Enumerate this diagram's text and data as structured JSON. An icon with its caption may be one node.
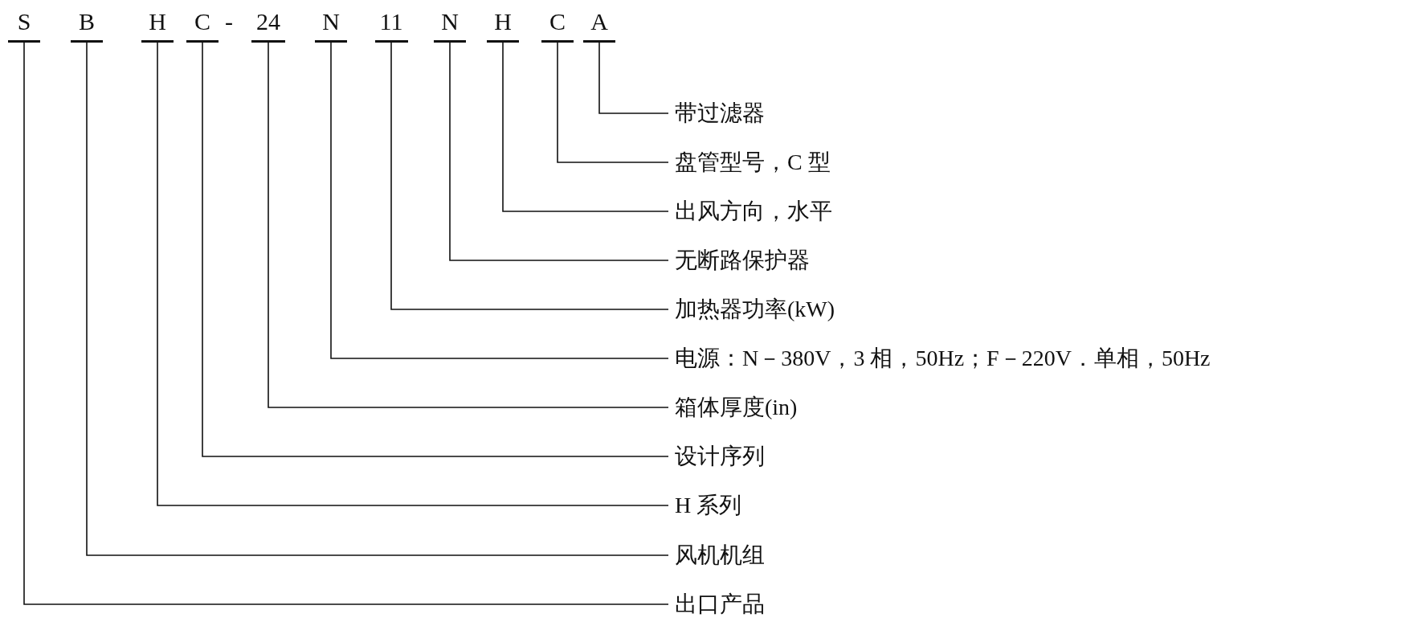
{
  "diagram": {
    "nodes": [
      {
        "text": [
          "S"
        ]
      },
      {
        "text": [
          "B"
        ]
      },
      {
        "text": [
          "H"
        ]
      },
      {
        "text": [
          "C"
        ]
      },
      {
        "text": [
          "24"
        ]
      },
      {
        "text": [
          "N"
        ]
      },
      {
        "text": [
          "11"
        ]
      },
      {
        "text": [
          "N"
        ]
      },
      {
        "text": [
          "H"
        ]
      },
      {
        "text": [
          "C"
        ]
      },
      {
        "text": [
          "A"
        ]
      },
      {
        "text": [
          "带过滤器"
        ]
      },
      {
        "text": [
          "盘管型号，C 型"
        ]
      },
      {
        "text": [
          "出风方向，水平"
        ]
      },
      {
        "text": [
          "无断路保护器"
        ]
      },
      {
        "text": [
          "加热器功率(kW)"
        ]
      },
      {
        "text": [
          "电源：N－380V，3 相，50Hz；F－220V．单相，50Hz"
        ]
      },
      {
        "text": [
          "箱体厚度(in)"
        ]
      },
      {
        "text": [
          "设计序列"
        ]
      },
      {
        "text": [
          "H 系列"
        ]
      },
      {
        "text": [
          "风机机组"
        ]
      },
      {
        "text": [
          "出口产品"
        ]
      }
    ],
    "edges": [
      {
        "from": 0,
        "to": 21,
        "arrow": "none"
      },
      {
        "from": 1,
        "to": 20,
        "arrow": "none"
      },
      {
        "from": 2,
        "to": 19,
        "arrow": "none"
      },
      {
        "from": 3,
        "to": 18,
        "arrow": "none"
      },
      {
        "from": 4,
        "to": 17,
        "arrow": "none"
      },
      {
        "from": 5,
        "to": 16,
        "arrow": "none"
      },
      {
        "from": 6,
        "to": 15,
        "arrow": "none"
      },
      {
        "from": 7,
        "to": 14,
        "arrow": "none"
      },
      {
        "from": 8,
        "to": 13,
        "arrow": "none"
      },
      {
        "from": 9,
        "to": 12,
        "arrow": "none"
      },
      {
        "from": 10,
        "to": 11,
        "arrow": "none"
      }
    ],
    "labels": [
      "-"
    ]
  }
}
